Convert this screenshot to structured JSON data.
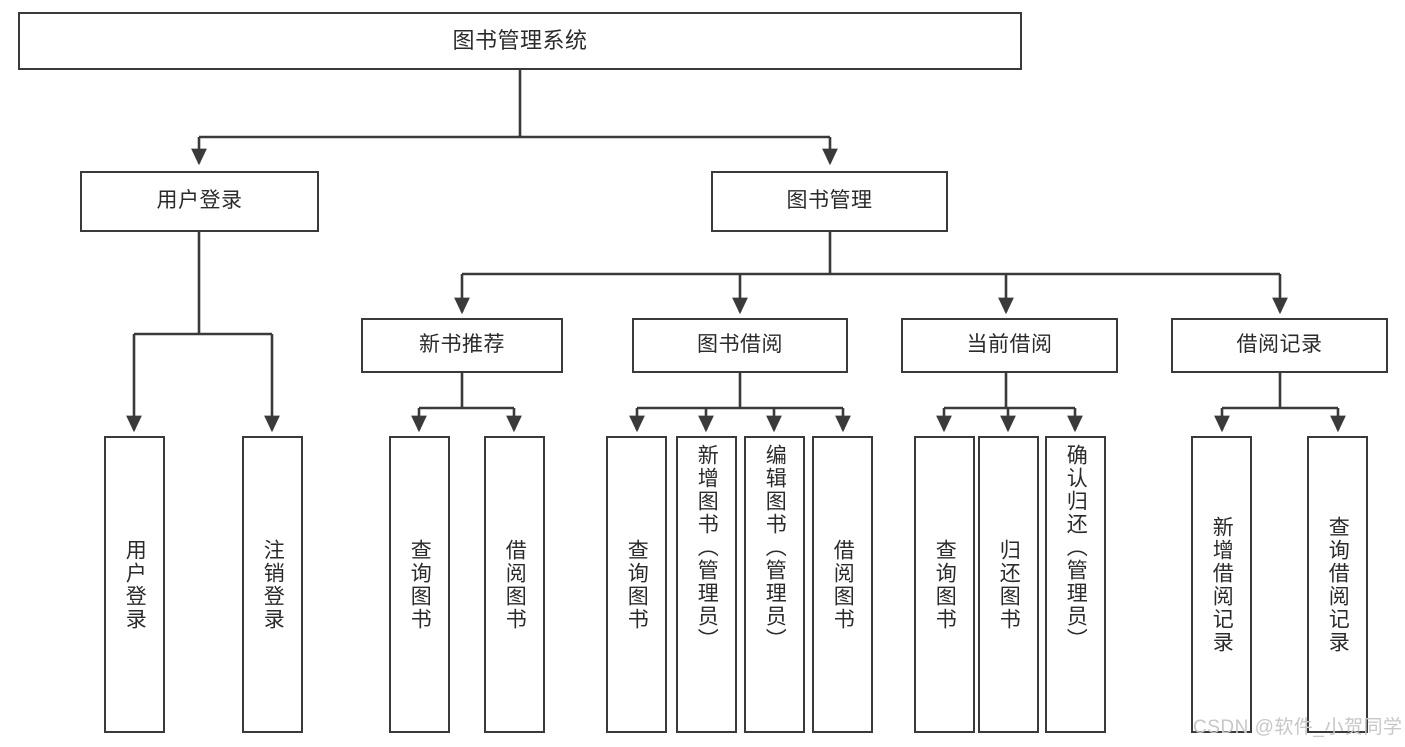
{
  "diagram": {
    "type": "tree-hierarchy-chart",
    "title_node": "图书管理系统",
    "line_color": "#3a3a3a",
    "box_fill": "#ffffff",
    "text_color": "#2b2b2b",
    "levels": 4,
    "root": {
      "label": "图书管理系统",
      "children": [
        {
          "label": "用户登录",
          "children": [
            {
              "label": "用户登录"
            },
            {
              "label": "注销登录"
            }
          ]
        },
        {
          "label": "图书管理",
          "children": [
            {
              "label": "新书推荐",
              "children": [
                {
                  "label": "查询图书"
                },
                {
                  "label": "借阅图书"
                }
              ]
            },
            {
              "label": "图书借阅",
              "children": [
                {
                  "label": "查询图书"
                },
                {
                  "label": "新增图书（管理员）"
                },
                {
                  "label": "编辑图书（管理员）"
                },
                {
                  "label": "借阅图书"
                }
              ]
            },
            {
              "label": "当前借阅",
              "children": [
                {
                  "label": "查询图书"
                },
                {
                  "label": "归还图书"
                },
                {
                  "label": "确认归还（管理员）"
                }
              ]
            },
            {
              "label": "借阅记录",
              "children": [
                {
                  "label": "新增借阅记录"
                },
                {
                  "label": "查询借阅记录"
                }
              ]
            }
          ]
        }
      ]
    }
  },
  "nodes": {
    "root": "图书管理系统",
    "user_login": "用户登录",
    "book_manage": "图书管理",
    "new_book_rec": "新书推荐",
    "book_borrow": "图书借阅",
    "current_borrow": "当前借阅",
    "borrow_record": "借阅记录",
    "leaf_user_login": "用户登录",
    "leaf_logout": "注销登录",
    "leaf_query_book_1": "查询图书",
    "leaf_borrow_book_1": "借阅图书",
    "leaf_query_book_2": "查询图书",
    "leaf_add_book_admin": "新增图书（管理员）",
    "leaf_edit_book_admin": "编辑图书（管理员）",
    "leaf_borrow_book_2": "借阅图书",
    "leaf_query_book_3": "查询图书",
    "leaf_return_book": "归还图书",
    "leaf_confirm_return_admin": "确认归还（管理员）",
    "leaf_add_record": "新增借阅记录",
    "leaf_query_record": "查询借阅记录"
  },
  "watermark": {
    "text": "CSDN @软件_小贺同学"
  }
}
